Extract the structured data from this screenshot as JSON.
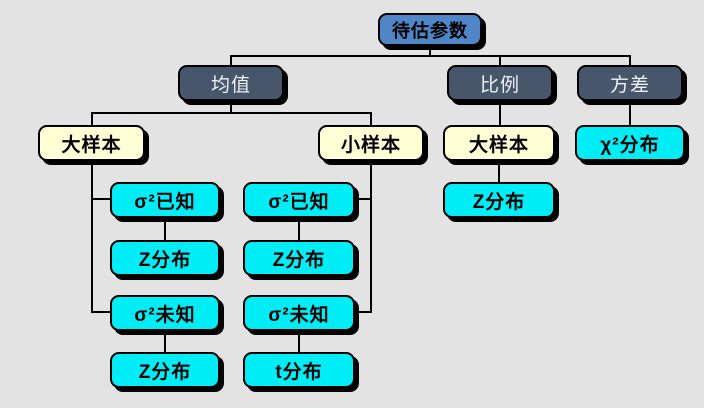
{
  "diagram_title": "待估参数",
  "colors": {
    "background": "#e3e3e3",
    "root_fill": "#4e86c8",
    "category_fill": "#47566b",
    "category_text": "#eef2f6",
    "sample_fill": "#ffffd6",
    "dist_fill": "#00edf5",
    "border": "#000000",
    "shadow": "#000000"
  },
  "nodes": {
    "root": {
      "label": "待估参数"
    },
    "mean": {
      "label": "均值"
    },
    "proportion": {
      "label": "比例"
    },
    "variance": {
      "label": "方差"
    },
    "large_sample_mean": {
      "label": "大样本"
    },
    "small_sample_mean": {
      "label": "小样本"
    },
    "large_sample_proportion": {
      "label": "大样本"
    },
    "chi_square_dist": {
      "label": "χ²分布"
    },
    "sigma_known_large": {
      "label": "σ²已知"
    },
    "sigma_known_small": {
      "label": "σ²已知"
    },
    "z_dist_proportion": {
      "label": "Z分布"
    },
    "z_dist_known_large": {
      "label": "Z分布"
    },
    "z_dist_known_small": {
      "label": "Z分布"
    },
    "sigma_unknown_large": {
      "label": "σ²未知"
    },
    "sigma_unknown_small": {
      "label": "σ²未知"
    },
    "z_dist_unknown_large": {
      "label": "Z分布"
    },
    "t_dist_unknown_small": {
      "label": "t分布"
    }
  },
  "tree": {
    "root": "待估参数",
    "children": [
      {
        "label": "均值",
        "children": [
          {
            "label": "大样本",
            "children": [
              {
                "label": "σ²已知",
                "children": [
                  {
                    "label": "Z分布"
                  }
                ]
              },
              {
                "label": "σ²未知",
                "children": [
                  {
                    "label": "Z分布"
                  }
                ]
              }
            ]
          },
          {
            "label": "小样本",
            "children": [
              {
                "label": "σ²已知",
                "children": [
                  {
                    "label": "Z分布"
                  }
                ]
              },
              {
                "label": "σ²未知",
                "children": [
                  {
                    "label": "t分布"
                  }
                ]
              }
            ]
          }
        ]
      },
      {
        "label": "比例",
        "children": [
          {
            "label": "大样本",
            "children": [
              {
                "label": "Z分布"
              }
            ]
          }
        ]
      },
      {
        "label": "方差",
        "children": [
          {
            "label": "χ²分布"
          }
        ]
      }
    ]
  }
}
